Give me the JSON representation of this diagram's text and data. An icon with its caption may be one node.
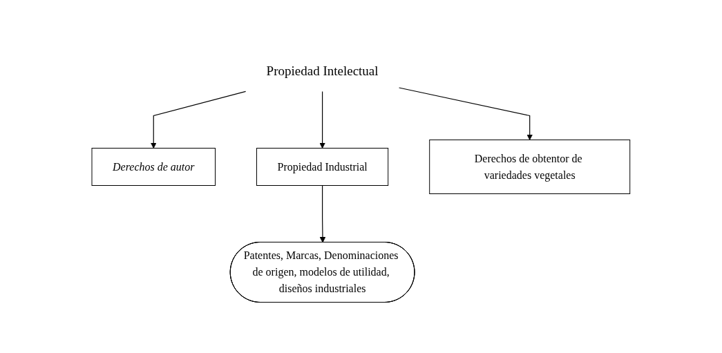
{
  "diagram": {
    "nodes": [
      {
        "text": [
          "Propiedad Intelectual"
        ]
      },
      {
        "text": [
          "Derechos de autor"
        ]
      },
      {
        "text": [
          "Propiedad Industrial"
        ]
      },
      {
        "text": [
          "Derechos de obtentor de variedades vegetales"
        ]
      },
      {
        "text": [
          "Patentes, Marcas, Denominaciones de origen, modelos de utilidad, diseños industriales"
        ]
      }
    ],
    "edges": [
      {
        "from": 0,
        "to": 1,
        "arrow": "to"
      },
      {
        "from": 0,
        "to": 2,
        "arrow": "to"
      },
      {
        "from": 0,
        "to": 3,
        "arrow": "to"
      },
      {
        "from": 2,
        "to": 4,
        "arrow": "to"
      }
    ]
  }
}
